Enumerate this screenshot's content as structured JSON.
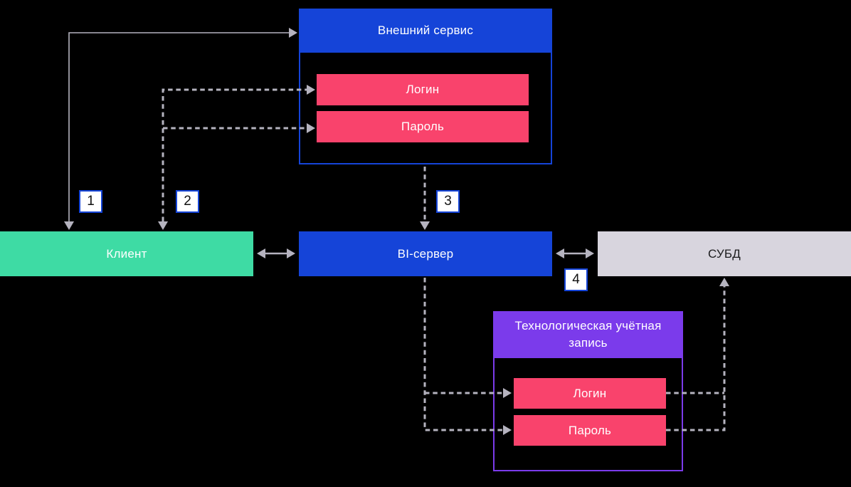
{
  "colors": {
    "background": "#000000",
    "blue": "#1544D8",
    "green": "#3EDBA4",
    "pink": "#F9436C",
    "purple": "#7B3BEB",
    "gray-box": "#D8D5DE",
    "line": "#B5B3BF",
    "white-text": "#FFFFFF",
    "dark-text": "#1C1C1E"
  },
  "nodes": {
    "external_service": {
      "title": "Внешний сервис",
      "login": "Логин",
      "password": "Пароль"
    },
    "client": {
      "title": "Клиент"
    },
    "bi_server": {
      "title": "BI-сервер"
    },
    "dbms": {
      "title": "СУБД"
    },
    "tech_account": {
      "title": "Технологическая учётная запись",
      "login": "Логин",
      "password": "Пароль"
    }
  },
  "steps": {
    "step1": "1",
    "step2": "2",
    "step3": "3",
    "step4": "4"
  }
}
